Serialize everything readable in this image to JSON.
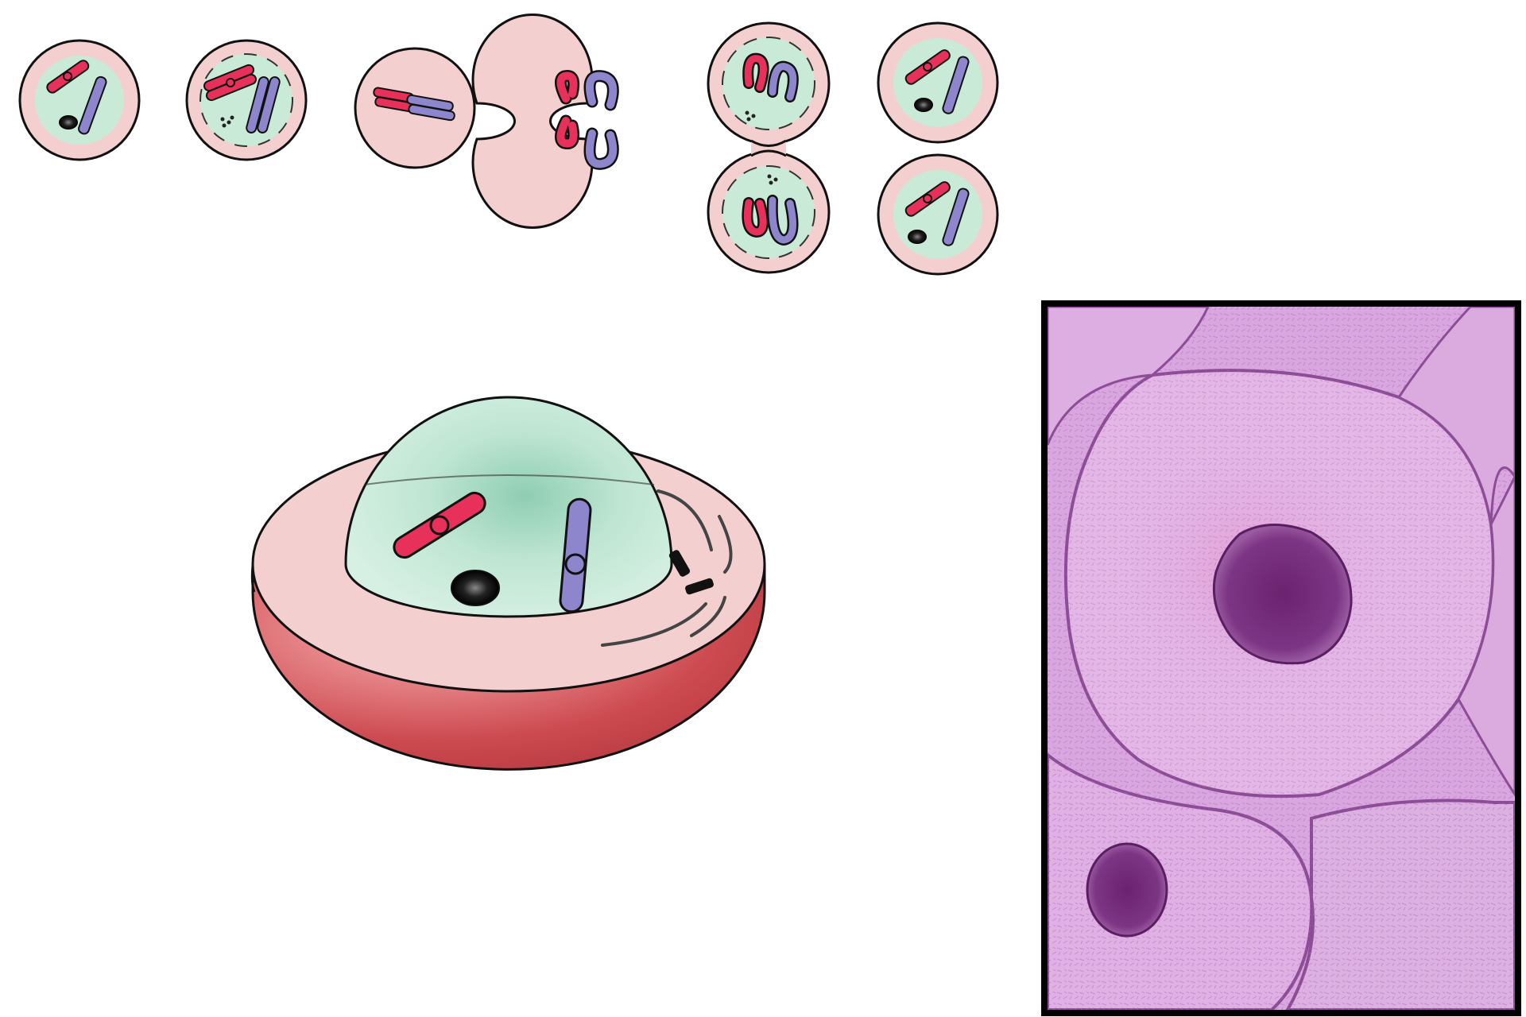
{
  "diagram": {
    "subject": "cell-division-stages",
    "stages": [
      {
        "name": "interphase"
      },
      {
        "name": "prophase"
      },
      {
        "name": "metaphase"
      },
      {
        "name": "anaphase"
      },
      {
        "name": "telophase"
      },
      {
        "name": "daughter-cells"
      }
    ],
    "colors": {
      "cytoplasm": "#f4cfd0",
      "nucleus": "#c9ead7",
      "chromosome_red": "#e8315a",
      "chromosome_blue": "#8d86cc",
      "cell_shell": "#c94a4e",
      "micrograph_bg": "#d9a6e0",
      "micrograph_nucleus": "#7a2f80"
    }
  }
}
